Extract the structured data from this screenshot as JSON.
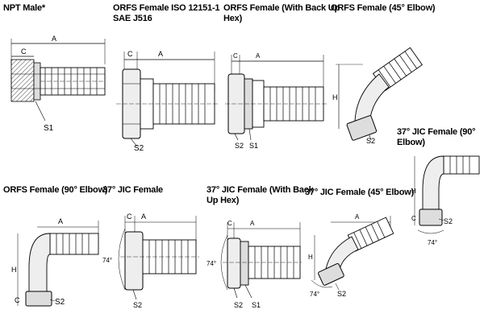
{
  "colors": {
    "ink": "#000000",
    "hatch": "#4a4a4a",
    "body": "#d9d9d9",
    "paper": "#ffffff"
  },
  "fittings": [
    {
      "id": "npt-male",
      "title": "NPT Male*",
      "dims": {
        "a": "A",
        "c": "C",
        "s1": "S1"
      }
    },
    {
      "id": "orfs-female-iso",
      "title": "ORFS Female ISO 12151-1",
      "subtitle": "SAE J516",
      "dims": {
        "a": "A",
        "c": "C",
        "s2": "S2"
      }
    },
    {
      "id": "orfs-female-backup-hex",
      "title": "ORFS Female (With Back Up",
      "subtitle": "Hex)",
      "dims": {
        "a": "A",
        "c": "C",
        "s1": "S1",
        "s2": "S2"
      }
    },
    {
      "id": "orfs-female-45",
      "title": "ORFS Female (45° Elbow)",
      "dims": {
        "h": "H",
        "s2": "S2"
      }
    },
    {
      "id": "jic-female-90",
      "title": "37° JIC Female (90° Elbow)",
      "dims": {
        "h": "H",
        "c": "C",
        "s2": "S2",
        "angle": "74°"
      }
    },
    {
      "id": "orfs-female-90",
      "title": "ORFS Female (90° Elbow)",
      "dims": {
        "a": "A",
        "h": "H",
        "c": "C",
        "s2": "S2"
      }
    },
    {
      "id": "jic-female",
      "title": "37° JIC Female",
      "dims": {
        "a": "A",
        "c": "C",
        "s2": "S2",
        "angle": "74°"
      }
    },
    {
      "id": "jic-female-backup-hex",
      "title": "37° JIC Female  (With Back",
      "subtitle": "Up Hex)",
      "dims": {
        "a": "A",
        "c": "C",
        "s1": "S1",
        "s2": "S2",
        "angle": "74°"
      }
    },
    {
      "id": "jic-female-45",
      "title": "37° JIC Female (45° Elbow)",
      "dims": {
        "a": "A",
        "h": "H",
        "s2": "S2",
        "angle": "74°"
      }
    }
  ]
}
